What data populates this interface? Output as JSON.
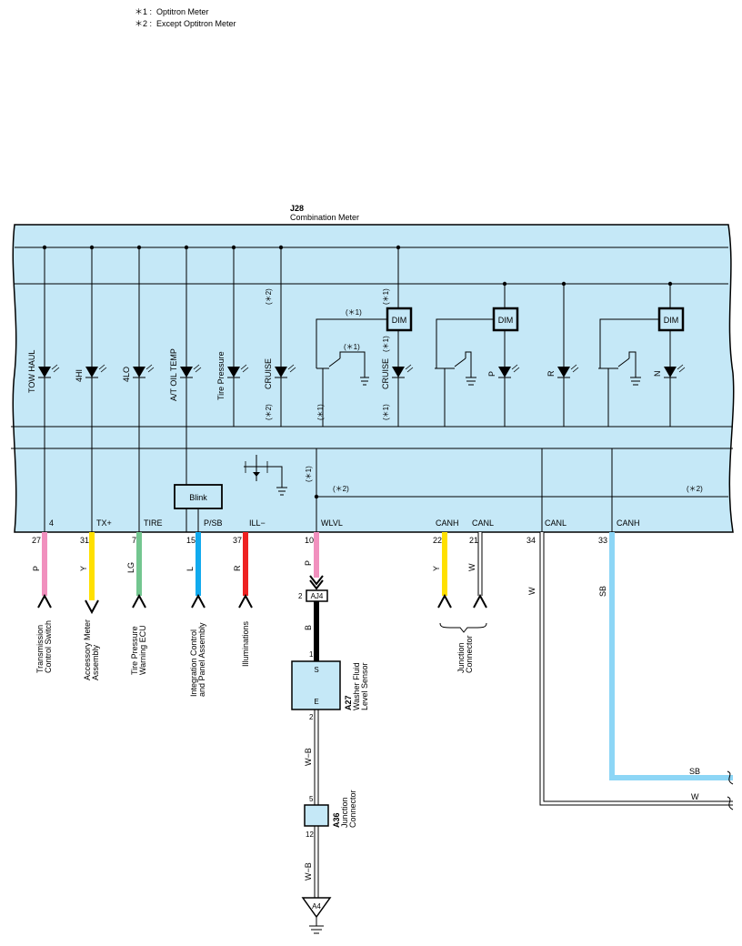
{
  "legend": [
    {
      "mark": "＊1 :",
      "text": "Optitron Meter"
    },
    {
      "mark": "＊2 :",
      "text": "Except Optitron Meter"
    }
  ],
  "meter": {
    "id": "J28",
    "name": "Combination Meter"
  },
  "lamps": [
    {
      "label": "TOW HAUL"
    },
    {
      "label": "4HI"
    },
    {
      "label": "4LO"
    },
    {
      "label": "A/T OIL TEMP"
    },
    {
      "label": "Tire Pressure"
    },
    {
      "label": "CRUISE",
      "note_top": "(＊2)",
      "note_bottom": "(＊2)"
    },
    {
      "label": "CRUISE",
      "note_top": "(＊1)",
      "note_bottom": "(＊1)"
    },
    {
      "label": "P"
    },
    {
      "label": "R"
    },
    {
      "label": "N"
    }
  ],
  "dim_label": "DIM",
  "dim_notes": {
    "dim1": "(＊1)",
    "transistor": "(＊1)",
    "emitter_low": "(＊1)"
  },
  "blink_label": "Blink",
  "inner_notes": {
    "wlvl_top": "(＊1)",
    "left": "(＊2)",
    "right": "(＊2)"
  },
  "terminals": [
    "4",
    "TX+",
    "TIRE",
    "P/SB",
    "ILL−",
    "WLVL",
    "CANH",
    "CANL",
    "CANL",
    "CANH"
  ],
  "pins": [
    "27",
    "31",
    "7",
    "15",
    "37",
    "10",
    "22",
    "21",
    "34",
    "33"
  ],
  "wires": [
    {
      "color_code": "P",
      "hex": "#f190be"
    },
    {
      "color_code": "Y",
      "hex": "#ffe000"
    },
    {
      "color_code": "LG",
      "hex": "#73c690"
    },
    {
      "color_code": "L",
      "hex": "#11aaee"
    },
    {
      "color_code": "R",
      "hex": "#ee2222"
    },
    {
      "color_code": "P",
      "hex": "#f190be"
    },
    {
      "color_code": "Y",
      "hex": "#ffe000"
    },
    {
      "color_code": "W",
      "hex": "#ffffff"
    },
    {
      "color_code": "W",
      "hex": "#ffffff"
    },
    {
      "color_code": "SB",
      "hex": "#8dd6f6"
    }
  ],
  "destinations": [
    {
      "line1": "Transmission",
      "line2": "Control Switch"
    },
    {
      "line1": "Accessory Meter",
      "line2": "Assembly"
    },
    {
      "line1": "Tire Pressure",
      "line2": "Warning ECU"
    },
    {
      "line1": "Integration Control",
      "line2": "and Panel Assembly"
    },
    {
      "line1": "Illuminations",
      "line2": ""
    },
    {
      "line1": "Junction",
      "line2": "Connector"
    }
  ],
  "aj4": {
    "id": "AJ4",
    "pin_in": "2",
    "pin_out": "1",
    "wire": "B"
  },
  "sensor": {
    "id": "A27",
    "line1": "Washer Fluid",
    "line2": "Level Sensor",
    "term_s": "S",
    "term_e": "E",
    "pin_e": "2",
    "wire": "W−B"
  },
  "junction": {
    "id": "A36",
    "line1": "Junction",
    "line2": "Connector",
    "pin_in": "5",
    "pin_out": "12",
    "wire": "W−B"
  },
  "ground": {
    "id": "A4"
  },
  "right_wires": [
    {
      "label": "SB"
    },
    {
      "label": "W"
    }
  ],
  "colors": {
    "panel": "#c5e8f7",
    "border": "#000000"
  }
}
